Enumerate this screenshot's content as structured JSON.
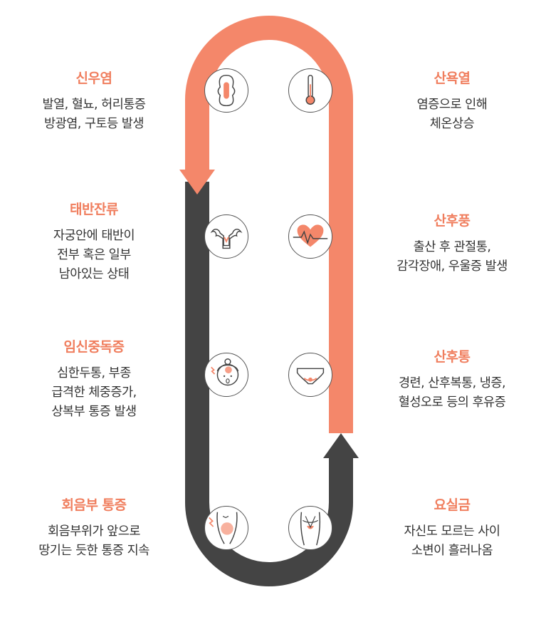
{
  "colors": {
    "accent": "#f4876a",
    "dark": "#444444",
    "title": "#f07e5e",
    "text": "#333333"
  },
  "left": [
    {
      "title": "신우염",
      "lines": [
        "발열, 혈뇨, 허리통증",
        "방광염, 구토등 발생"
      ],
      "icon": "sanitary-pad-icon"
    },
    {
      "title": "태반잔류",
      "lines": [
        "자궁안에 태반이",
        "전부 혹은 일부",
        "남아있는 상태"
      ],
      "icon": "uterus-icon"
    },
    {
      "title": "임신중독증",
      "lines": [
        "심한두통, 부종",
        "급격한 체중증가,",
        "상복부 통증 발생"
      ],
      "icon": "headache-face-icon"
    },
    {
      "title": "회음부 통증",
      "lines": [
        "회음부위가 앞으로",
        "땅기는 듯한 통증 지속"
      ],
      "icon": "perineum-pain-icon"
    }
  ],
  "right": [
    {
      "title": "산욕열",
      "lines": [
        "염증으로 인해",
        "체온상승"
      ],
      "icon": "thermometer-icon"
    },
    {
      "title": "산후풍",
      "lines": [
        "출산 후 관절통,",
        "감각장애, 우울증 발생"
      ],
      "icon": "heart-pulse-icon"
    },
    {
      "title": "산후통",
      "lines": [
        "경련, 산후복통, 냉증,",
        "혈성오로 등의 후유증"
      ],
      "icon": "underwear-icon"
    },
    {
      "title": "요실금",
      "lines": [
        "자신도 모르는 사이",
        "소변이 흘러나옴"
      ],
      "icon": "pelvis-icon"
    }
  ]
}
